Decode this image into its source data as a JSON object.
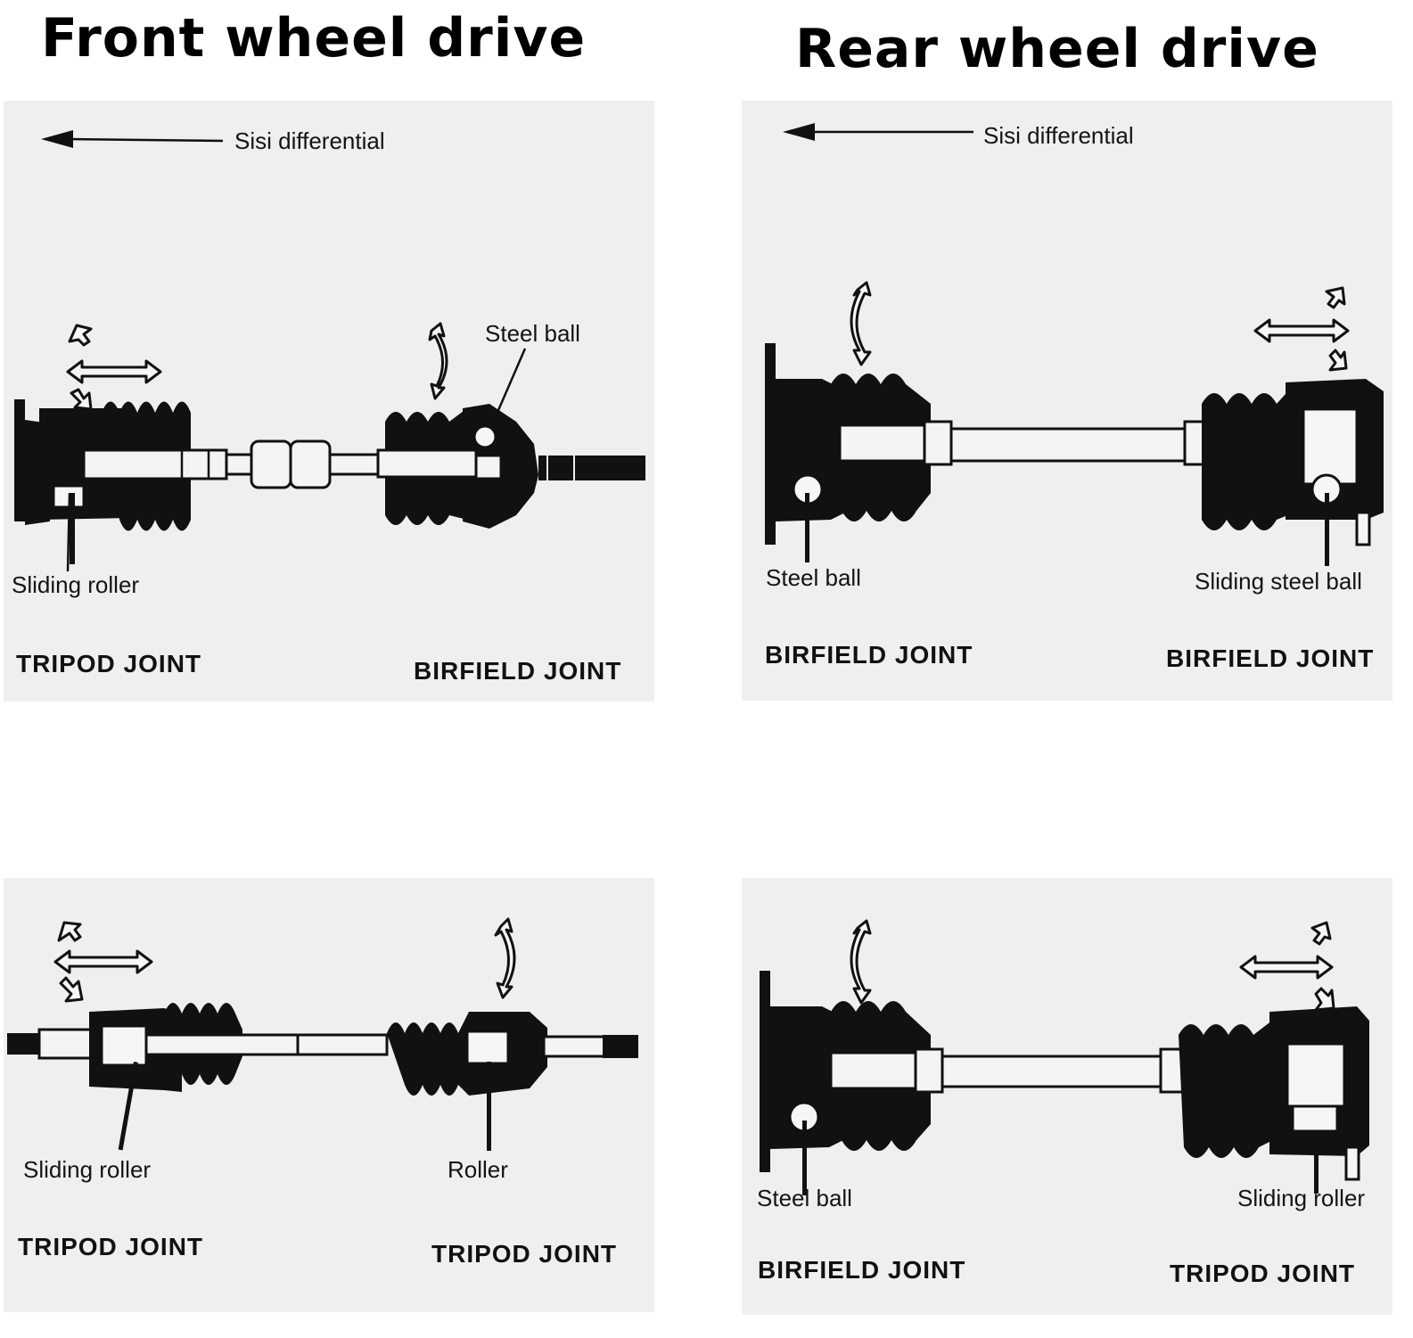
{
  "headings": {
    "front": "Front wheel drive",
    "rear": "Rear wheel drive"
  },
  "panels": {
    "front_top": {
      "direction_label": "Sisi differential",
      "left_part": "Sliding roller",
      "right_part": "Steel ball",
      "left_joint": "TRIPOD JOINT",
      "right_joint": "BIRFIELD JOINT"
    },
    "rear_top": {
      "direction_label": "Sisi differential",
      "left_part": "Steel ball",
      "right_part": "Sliding steel ball",
      "left_joint": "BIRFIELD JOINT",
      "right_joint": "BIRFIELD JOINT"
    },
    "front_bottom": {
      "left_part": "Sliding roller",
      "right_part": "Roller",
      "left_joint": "TRIPOD JOINT",
      "right_joint": "TRIPOD JOINT"
    },
    "rear_bottom": {
      "left_part": "Steel ball",
      "right_part": "Sliding roller",
      "left_joint": "BIRFIELD JOINT",
      "right_joint": "TRIPOD JOINT"
    }
  },
  "colors": {
    "page_background": "#ffffff",
    "panel_background": "#efefef",
    "ink": "#111111"
  },
  "icons": {
    "direction_arrow": "left-arrow-icon",
    "slide_motion": "double-arrow-icon",
    "angle_motion": "curved-double-arrow-icon"
  }
}
